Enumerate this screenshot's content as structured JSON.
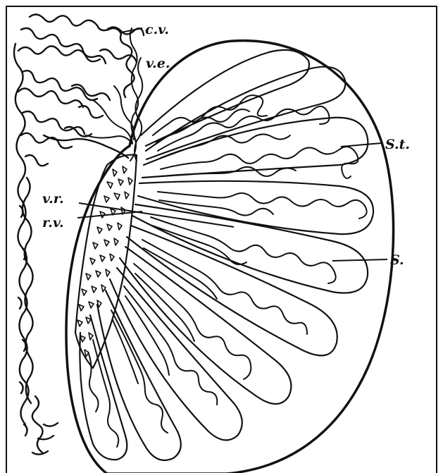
{
  "diagram": {
    "labels": {
      "cv": "c.v.",
      "ve": "v.e.",
      "st": "S.t.",
      "vr": "v.r.",
      "rv": "r.v.",
      "s": "S."
    }
  }
}
